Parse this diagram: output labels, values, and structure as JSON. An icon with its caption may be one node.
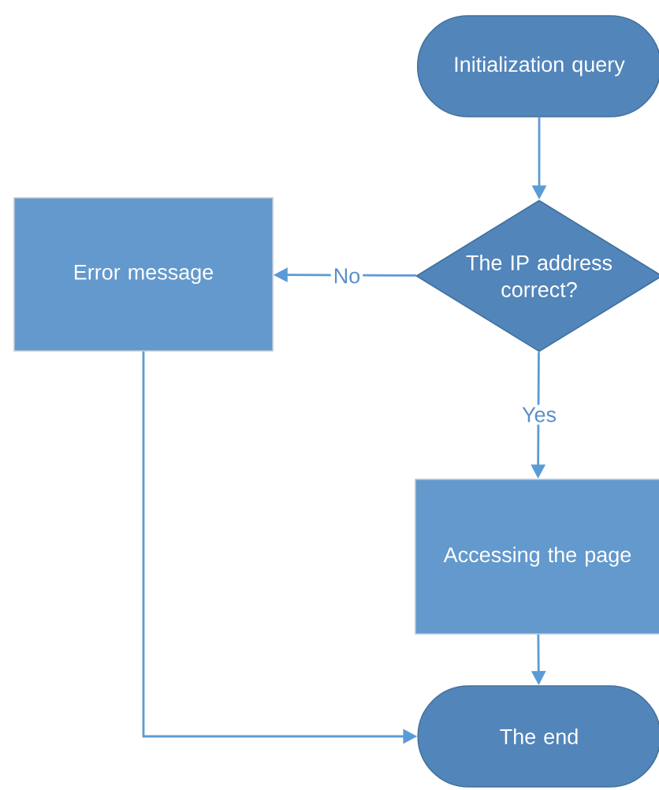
{
  "diagram": {
    "nodes": [
      {
        "text": [
          "Initialization query"
        ]
      },
      {
        "text": [
          "The IP address correct?"
        ]
      },
      {
        "text": [
          "Error message"
        ]
      },
      {
        "text": [
          "Accessing the page"
        ]
      },
      {
        "text": [
          "The end"
        ]
      }
    ],
    "edges": [
      {
        "from": 0,
        "to": 1,
        "arrow": "to"
      },
      {
        "from": 1,
        "to": 2,
        "arrow": "to",
        "label": "No"
      },
      {
        "from": 1,
        "to": 3,
        "arrow": "to",
        "label": "Yes"
      },
      {
        "from": 3,
        "to": 4,
        "arrow": "to"
      },
      {
        "from": 2,
        "to": 4,
        "arrow": "to"
      }
    ]
  }
}
